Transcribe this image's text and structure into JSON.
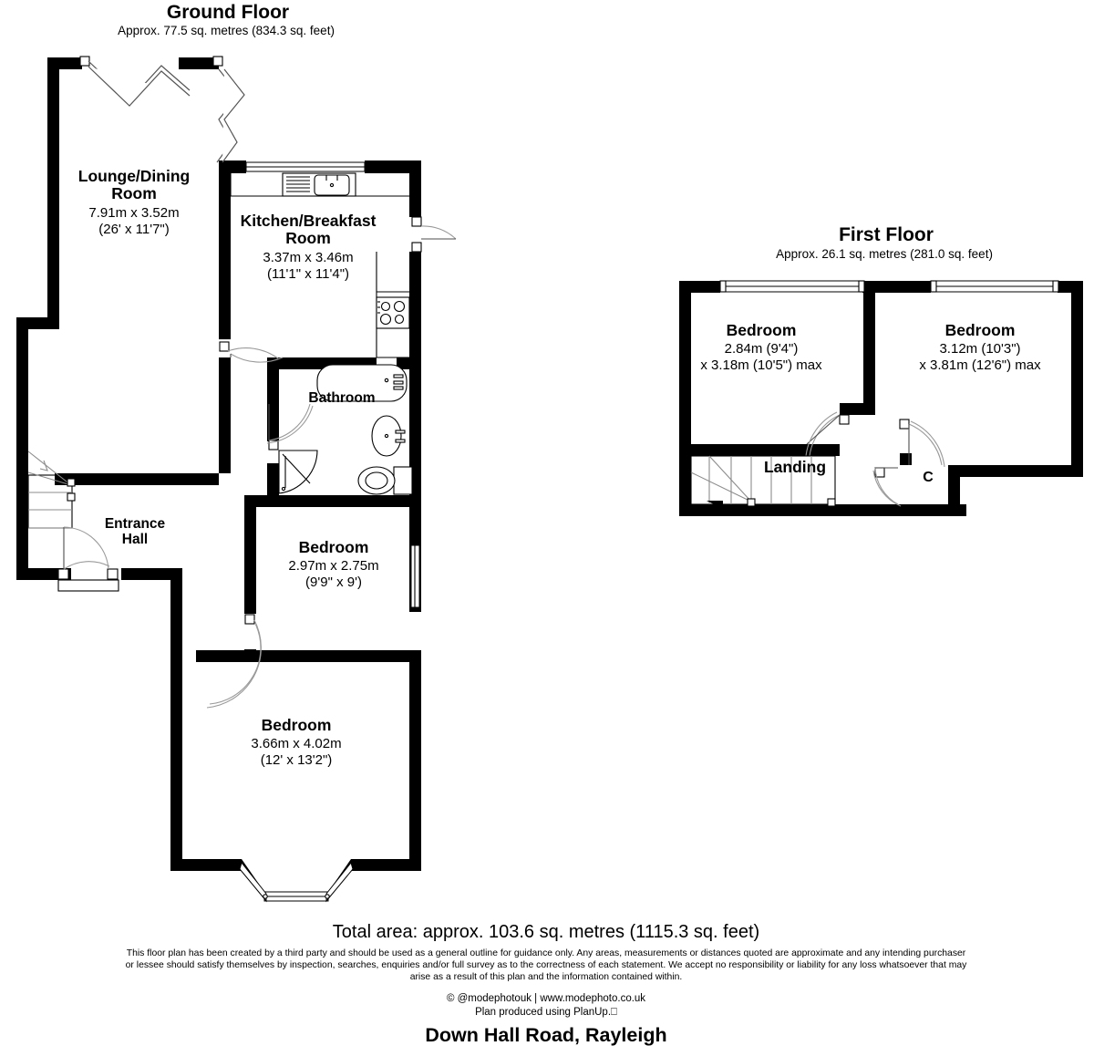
{
  "document": {
    "address": "Down Hall Road, Rayleigh",
    "total_area": "Total area: approx. 103.6 sq. metres (1115.3 sq. feet)",
    "disclaimer_line1": "This floor plan has been created by a third party and should be used as a general outline for guidance only. Any areas, measurements or distances quoted are approximate and any intending purchaser",
    "disclaimer_line2": "or lessee should satisfy themselves by inspection, searches, enquiries and/or full survey as to the correctness of each statement. We accept no responsibility or liability for any loss whatsoever that may",
    "disclaimer_line3": "arise as a result of this plan and the information contained within.",
    "credit_line1": "© @modephotouk | www.modephoto.co.uk",
    "credit_line2": "Plan produced using PlanUp.⎕"
  },
  "floors": [
    {
      "id": "ground",
      "title": "Ground Floor",
      "area": "Approx. 77.5 sq. metres (834.3 sq. feet)",
      "rooms": [
        {
          "id": "lounge-dining",
          "name_line1": "Lounge/Dining",
          "name_line2": "Room",
          "dim_metric": "7.91m x 3.52m",
          "dim_imperial": "(26' x 11'7\")"
        },
        {
          "id": "kitchen-breakfast",
          "name_line1": "Kitchen/Breakfast",
          "name_line2": "Room",
          "dim_metric": "3.37m x 3.46m",
          "dim_imperial": "(11'1\" x 11'4\")"
        },
        {
          "id": "bathroom",
          "name_line1": "Bathroom",
          "name_line2": "",
          "dim_metric": "",
          "dim_imperial": ""
        },
        {
          "id": "entrance-hall",
          "name_line1": "Entrance",
          "name_line2": "Hall",
          "dim_metric": "",
          "dim_imperial": ""
        },
        {
          "id": "bedroom-mid",
          "name_line1": "Bedroom",
          "name_line2": "",
          "dim_metric": "2.97m x 2.75m",
          "dim_imperial": "(9'9\" x 9')"
        },
        {
          "id": "bedroom-front",
          "name_line1": "Bedroom",
          "name_line2": "",
          "dim_metric": "3.66m x 4.02m",
          "dim_imperial": "(12' x 13'2\")"
        }
      ]
    },
    {
      "id": "first",
      "title": "First Floor",
      "area": "Approx. 26.1 sq. metres (281.0 sq. feet)",
      "rooms": [
        {
          "id": "bedroom-left",
          "name_line1": "Bedroom",
          "name_line2": "",
          "dim_metric": "2.84m (9'4\")",
          "dim_imperial": "x 3.18m (10'5\") max"
        },
        {
          "id": "bedroom-right",
          "name_line1": "Bedroom",
          "name_line2": "",
          "dim_metric": "3.12m (10'3\")",
          "dim_imperial": "x 3.81m (12'6\") max"
        },
        {
          "id": "landing",
          "name_line1": "Landing",
          "name_line2": "",
          "dim_metric": "",
          "dim_imperial": ""
        },
        {
          "id": "cupboard",
          "name_line1": "C",
          "name_line2": "",
          "dim_metric": "",
          "dim_imperial": ""
        }
      ]
    }
  ],
  "colors": {
    "wall": "#000000",
    "background": "#ffffff",
    "text": "#000000",
    "door_swing": "#999999",
    "stair_line": "#8c8c8c"
  }
}
